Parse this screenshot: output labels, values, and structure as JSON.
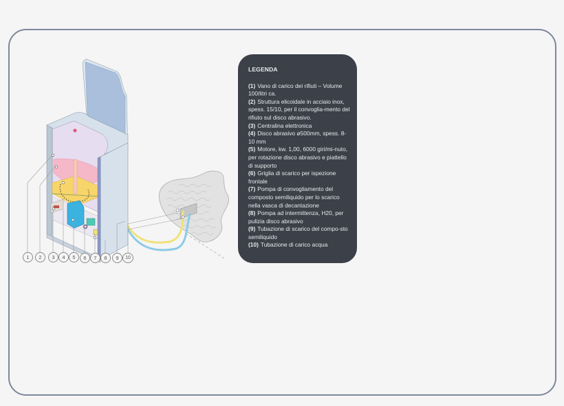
{
  "legend": {
    "title": "LEGENDA",
    "items": [
      {
        "num": "(1)",
        "text": "Vano di carico dei rifiuti – Volume 100/litri ca."
      },
      {
        "num": "(2)",
        "text": "Struttura elicoidale in acciaio inox, spess. 15/10, per il convoglia-mento del rifiuto sul disco abrasivo."
      },
      {
        "num": "(3)",
        "text": "Centralina elettronica"
      },
      {
        "num": "(4)",
        "text": "Disco abrasivo ø500mm, spess. 8-10 mm"
      },
      {
        "num": "(5)",
        "text": "Motore, kw. 1,00, 6000 giri/mi-nuto, per rotazione disco abrasivo e piattello di supporto"
      },
      {
        "num": "(6)",
        "text": "Griglia di scarico per ispezione frontale"
      },
      {
        "num": "(7)",
        "text": "Pompa di convogliamento del composto semiliquido per lo scarico nella vasca di decantazione"
      },
      {
        "num": "(8)",
        "text": "Pompa ad intermittenza, H20, per pulizia disco abrasivo"
      },
      {
        "num": "(9)",
        "text": "Tubazione di scarico del compo-sto semiliquido"
      },
      {
        "num": "(10)",
        "text": "Tubazione di carico acqua"
      }
    ]
  },
  "callouts": [
    "1",
    "2",
    "3",
    "4",
    "5",
    "6",
    "7",
    "8",
    "9",
    "10"
  ],
  "colors": {
    "frame_border": "#7d869b",
    "legend_bg": "#3b4049",
    "lid_blue": "#a9bfdc",
    "body_panel": "#d6e1ec",
    "interior_lavender": "#e6def0",
    "helix_pink": "#f4b8c8",
    "disc_yellow": "#f7d56a",
    "motor_cyan": "#3bb3e0",
    "pipe_yellow": "#f0e27a",
    "pipe_blue": "#8ccbe6"
  }
}
